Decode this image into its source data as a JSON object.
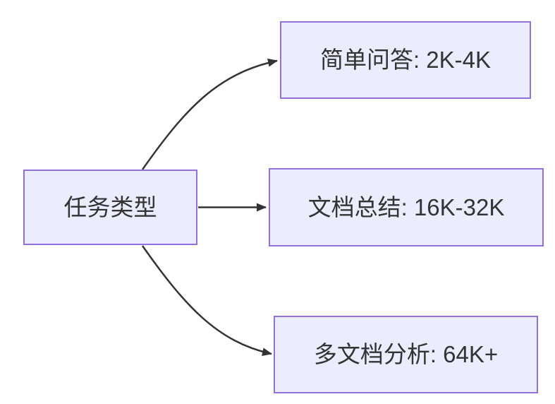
{
  "diagram": {
    "type": "flowchart",
    "root": {
      "label": "任务类型"
    },
    "nodes": [
      {
        "id": "simple-qa",
        "label": "简单问答: 2K-4K"
      },
      {
        "id": "doc-summary",
        "label": "文档总结: 16K-32K"
      },
      {
        "id": "multi-doc",
        "label": "多文档分析: 64K+"
      }
    ],
    "edges": [
      {
        "from": "任务类型",
        "to": "简单问答: 2K-4K"
      },
      {
        "from": "任务类型",
        "to": "文档总结: 16K-32K"
      },
      {
        "from": "任务类型",
        "to": "多文档分析: 64K+"
      }
    ],
    "colors": {
      "node_fill": "#ECECFF",
      "node_border": "#9370DB",
      "edge": "#333333",
      "text": "#333333",
      "background": "#FFFFFF"
    }
  }
}
